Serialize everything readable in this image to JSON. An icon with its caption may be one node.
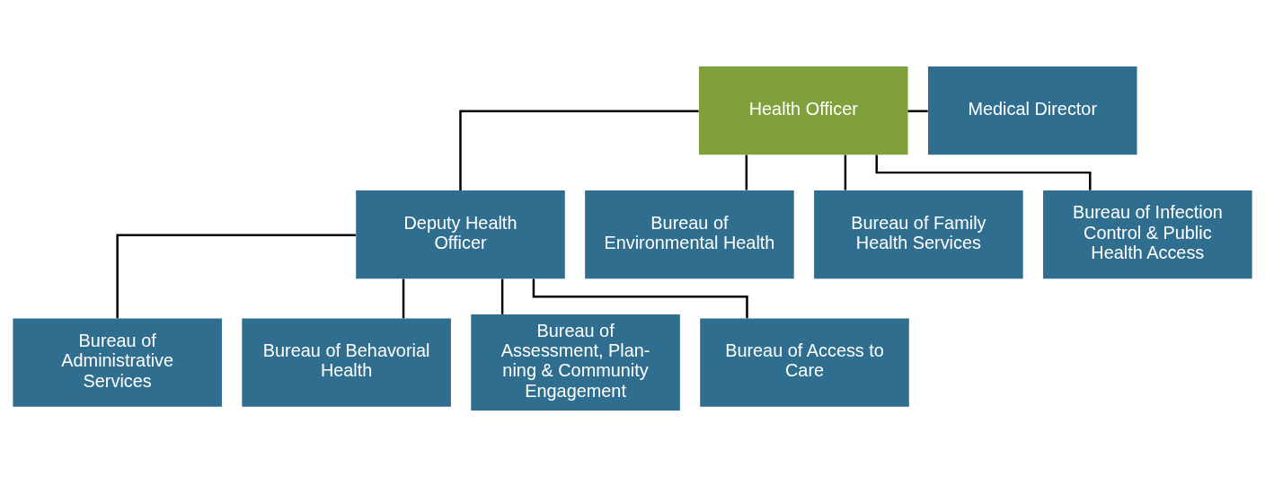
{
  "diagram": {
    "nodes": [
      {
        "text": [
          "Health Officer"
        ]
      },
      {
        "text": [
          "Medical Director"
        ]
      },
      {
        "text": [
          "Deputy Health Officer"
        ]
      },
      {
        "text": [
          "Bureau of Environmental Health"
        ]
      },
      {
        "text": [
          "Bureau of Family Health Services"
        ]
      },
      {
        "text": [
          "Bureau of Infection Control & Public Health Access"
        ]
      },
      {
        "text": [
          "Bureau of Administrative Services"
        ]
      },
      {
        "text": [
          "Bureau of Behavorial Health"
        ]
      },
      {
        "text": [
          "Bureau of Assessment, Plan- ning & Community Engagement"
        ]
      },
      {
        "text": [
          "Bureau of Access to Care"
        ]
      }
    ],
    "edges": [
      {
        "from": 0,
        "to": 1,
        "arrow": "none"
      },
      {
        "from": 0,
        "to": 2,
        "arrow": "none"
      },
      {
        "from": 0,
        "to": 3,
        "arrow": "none"
      },
      {
        "from": 0,
        "to": 4,
        "arrow": "none"
      },
      {
        "from": 0,
        "to": 5,
        "arrow": "none"
      },
      {
        "from": 2,
        "to": 6,
        "arrow": "none"
      },
      {
        "from": 2,
        "to": 7,
        "arrow": "none"
      },
      {
        "from": 2,
        "to": 8,
        "arrow": "none"
      },
      {
        "from": 2,
        "to": 9,
        "arrow": "none"
      }
    ]
  }
}
